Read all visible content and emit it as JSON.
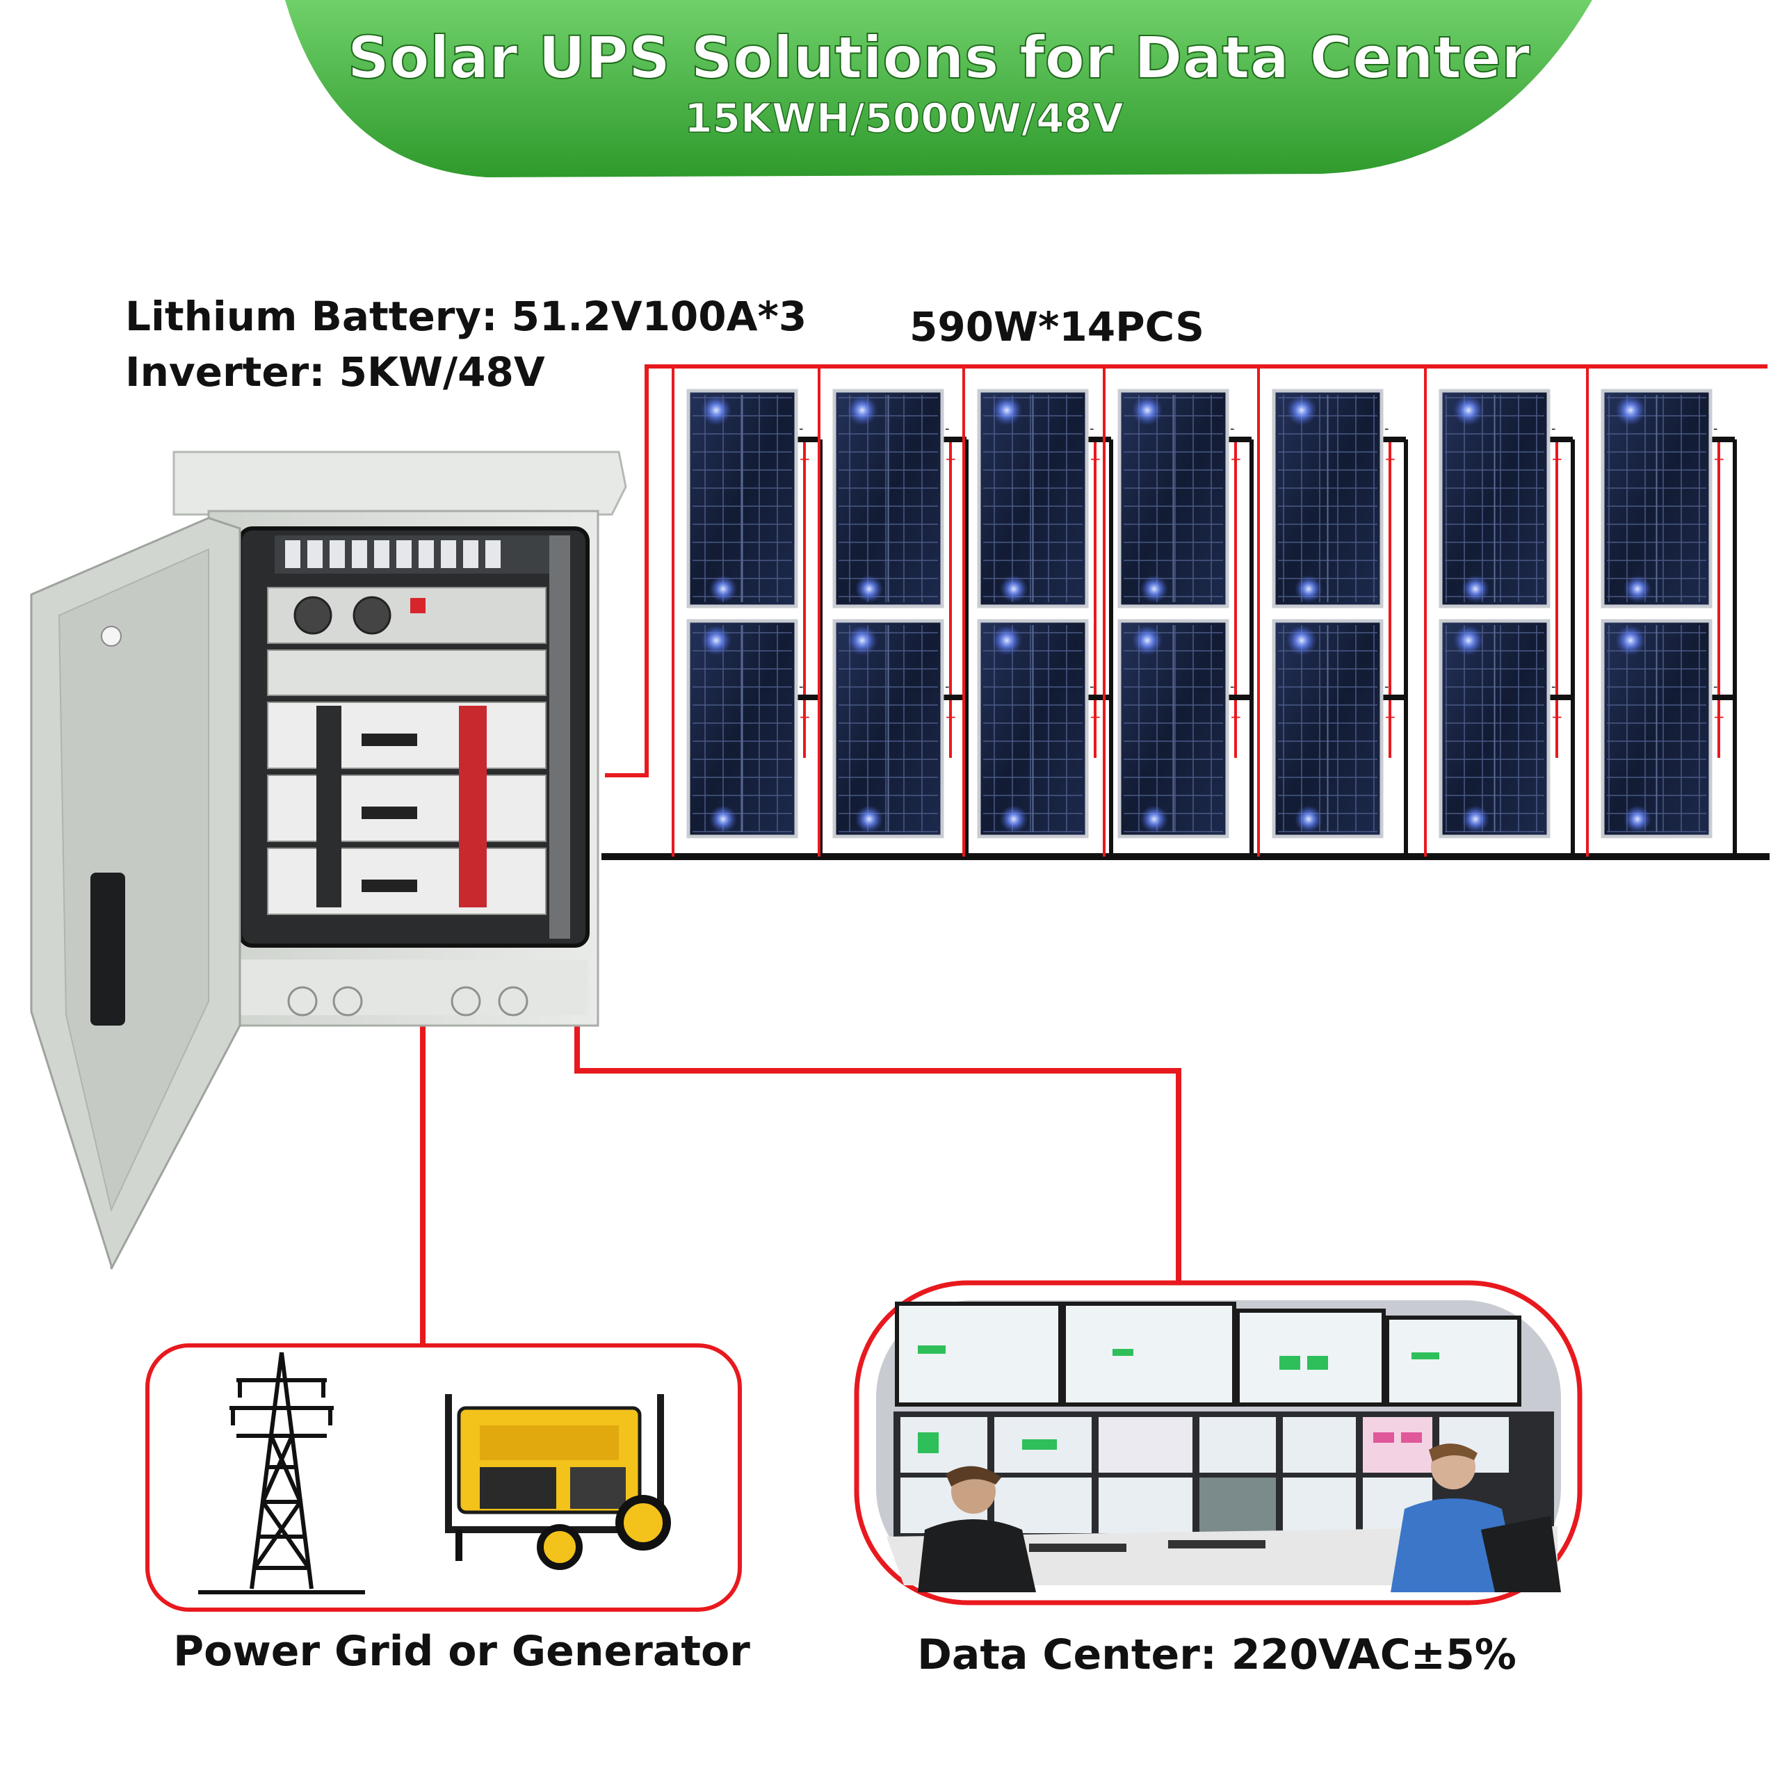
{
  "header": {
    "title": "Solar UPS Solutions for Data Center",
    "subtitle": "15KWH/5000W/48V",
    "banner_color": "#3fae3a"
  },
  "specs": {
    "battery": "Lithium Battery: 51.2V100A*3",
    "inverter": "Inverter:  5KW/48V"
  },
  "solar": {
    "label": "590W*14PCS",
    "panel_count": 14,
    "plus_sign": "+",
    "minus_sign": "-"
  },
  "grid_box": {
    "caption": "Power Grid or Generator"
  },
  "datacenter_box": {
    "caption": "Data Center:  220VAC±5%"
  },
  "colors": {
    "wire_red": "#e8191e",
    "wire_black": "#111111",
    "panel_blue": "#16213e",
    "cabinet_grey": "#d9dcd8",
    "generator_yellow": "#f3c21b"
  }
}
